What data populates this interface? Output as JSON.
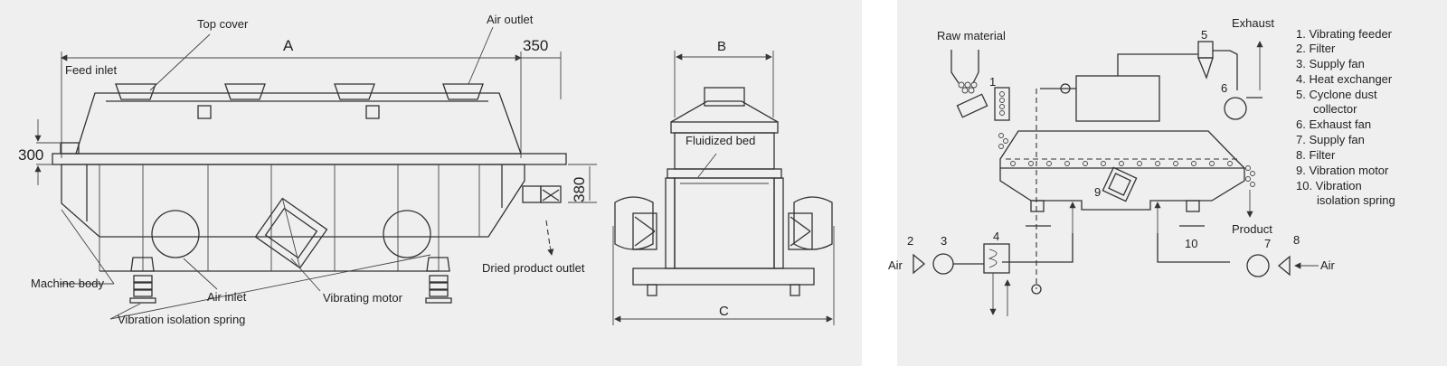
{
  "left_diagram": {
    "labels": {
      "top_cover": "Top cover",
      "air_outlet": "Air outlet",
      "feed_inlet": "Feed inlet",
      "machine_body": "Machine body",
      "air_inlet": "Air inlet",
      "vibration_isolation_spring": "Vibration isolation spring",
      "vibrating_motor": "Vibrating motor",
      "dried_product_outlet": "Dried product outlet",
      "fluidized_bed": "Fluidized bed"
    },
    "dimensions": {
      "a": "A",
      "d350": "350",
      "d300": "300",
      "d380": "380",
      "b": "B",
      "c": "C"
    }
  },
  "right_diagram": {
    "labels": {
      "raw_material": "Raw material",
      "exhaust": "Exhaust",
      "product": "Product",
      "air_left": "Air",
      "air_right": "Air"
    },
    "numbers": [
      "1",
      "2",
      "3",
      "4",
      "5",
      "6",
      "7",
      "8",
      "9",
      "10"
    ],
    "legend": [
      "1. Vibrating feeder",
      "2. Filter",
      "3. Supply fan",
      "4. Heat exchanger",
      "5. Cyclone dust",
      "collector",
      "6. Exhaust fan",
      "7. Supply fan",
      "8. Filter",
      "9. Vibration motor",
      "10. Vibration",
      "isolation spring"
    ]
  }
}
